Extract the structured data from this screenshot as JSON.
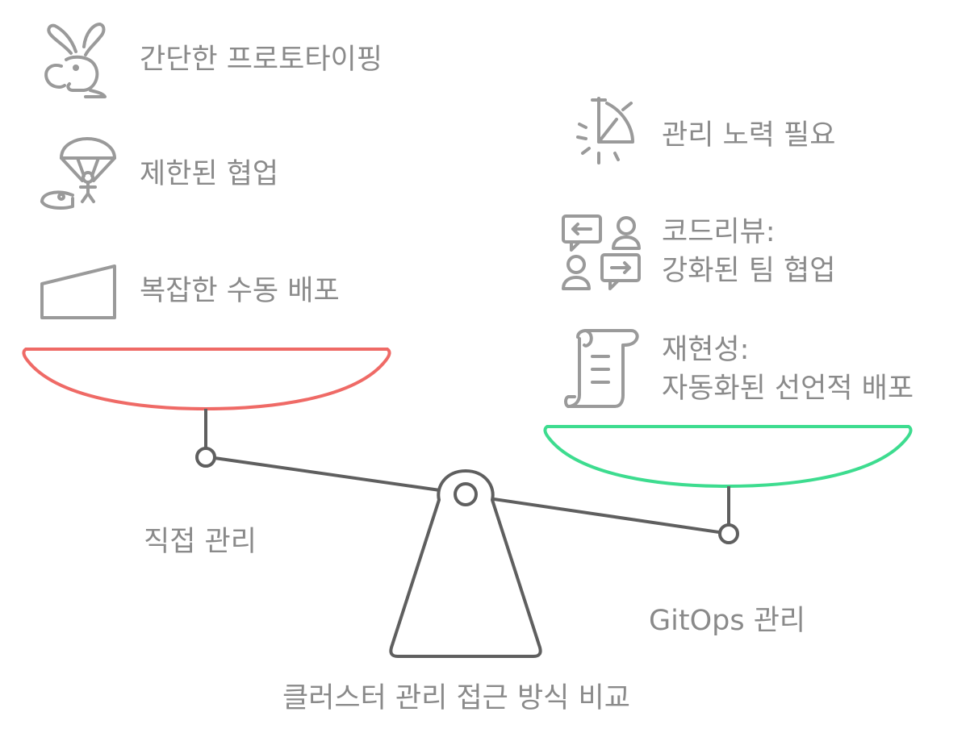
{
  "title": "클러스터 관리 접근 방식 비교",
  "left_side": {
    "name": "직접 관리",
    "color": "#ef6a66",
    "items": [
      {
        "label": "간단한 프로토타이핑",
        "icon": "rabbit-icon"
      },
      {
        "label": "제한된 협업",
        "icon": "parachute-icon"
      },
      {
        "label": "복잡한 수동 배포",
        "icon": "ramp-icon"
      }
    ]
  },
  "right_side": {
    "name": "GitOps 관리",
    "color": "#3ddc8f",
    "items": [
      {
        "label": "관리 노력 필요",
        "icon": "protractor-icon"
      },
      {
        "label_line1": "코드리뷰:",
        "label_line2": "강화된 팀 협업",
        "icon": "team-chat-icon"
      },
      {
        "label_line1": "재현성:",
        "label_line2": "자동화된 선언적 배포",
        "icon": "scroll-icon"
      }
    ]
  },
  "colors": {
    "text": "#8a8a8a",
    "beam": "#5f5f5f",
    "icon": "#9a9a9a"
  }
}
